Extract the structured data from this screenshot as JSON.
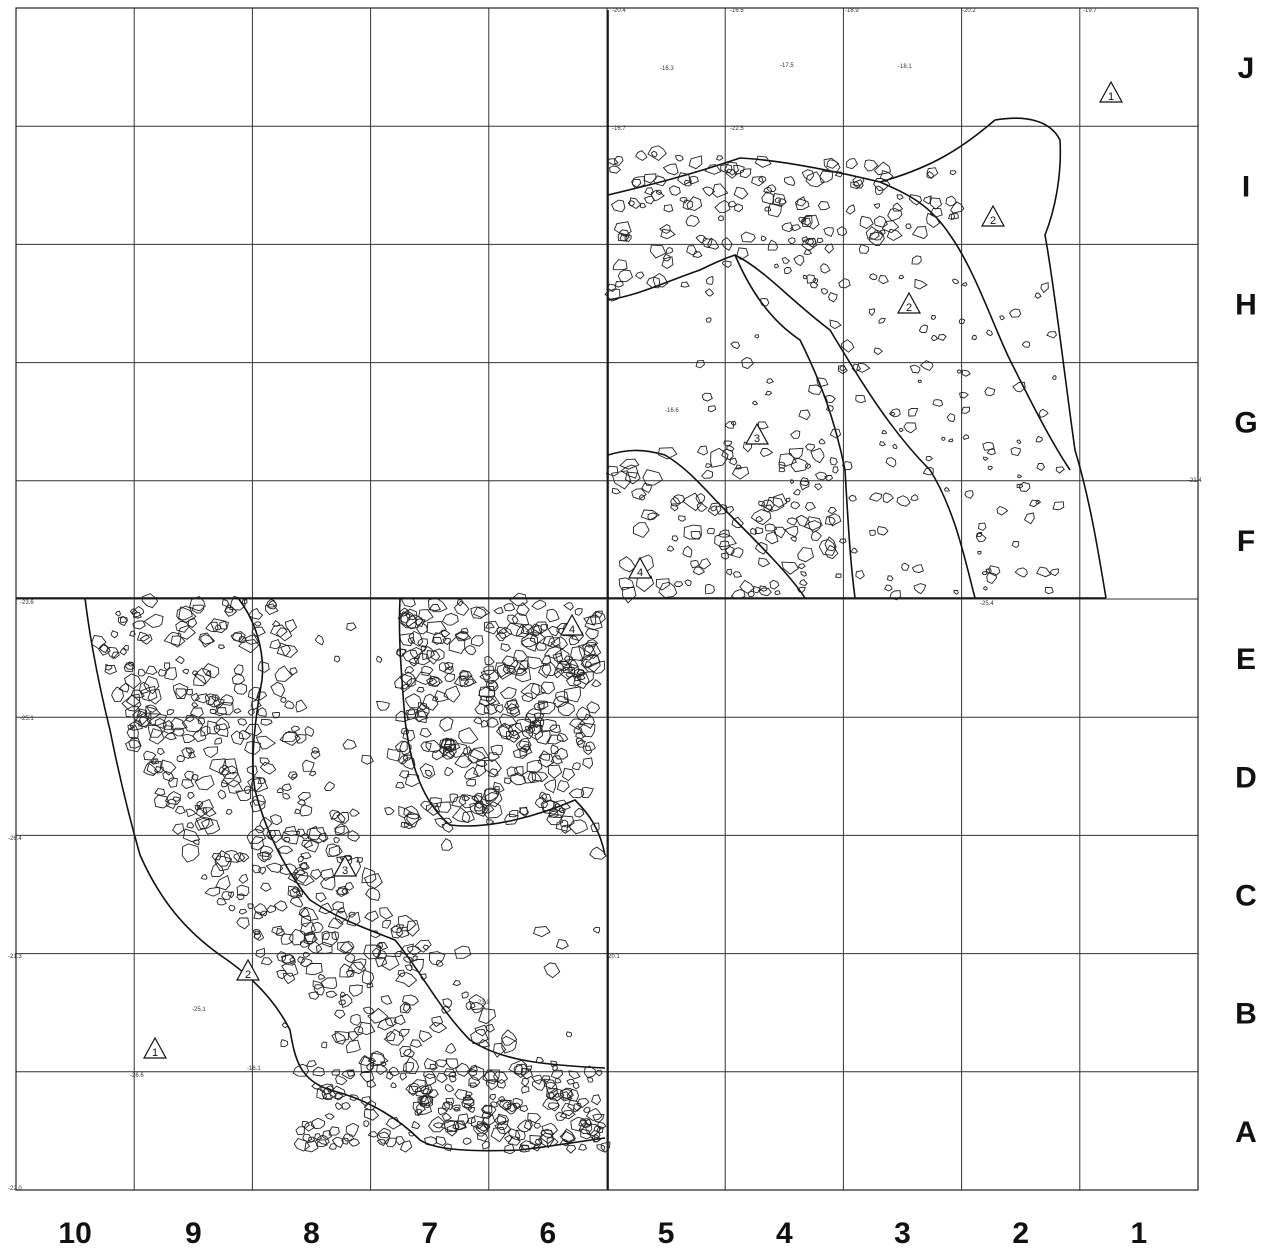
{
  "columns": [
    "10",
    "9",
    "8",
    "7",
    "6",
    "5",
    "4",
    "3",
    "2",
    "1"
  ],
  "rows": [
    "J",
    "I",
    "H",
    "G",
    "F",
    "E",
    "D",
    "C",
    "B",
    "A"
  ],
  "zones": [
    {
      "id": "ne-1",
      "label": "1"
    },
    {
      "id": "ne-2a",
      "label": "2"
    },
    {
      "id": "ne-2b",
      "label": "2"
    },
    {
      "id": "ne-3",
      "label": "3"
    },
    {
      "id": "ne-4",
      "label": "4"
    },
    {
      "id": "sw-4",
      "label": "4"
    },
    {
      "id": "sw-3",
      "label": "3"
    },
    {
      "id": "sw-2",
      "label": "2"
    },
    {
      "id": "sw-1",
      "label": "1"
    }
  ],
  "elevations": [
    "-16.3",
    "-17.5",
    "-18.1",
    "-16.6",
    "-23.9",
    "-25.1",
    "-23.6",
    "-25.1",
    "-26.4",
    "-21.3",
    "-26.6",
    "-16.1",
    "-22.0",
    "-20.4",
    "-16.5",
    "-18.9",
    "-20.2",
    "-19.7",
    "-21.4",
    "-16.7",
    "-22.5",
    "-25.4",
    "-20.1"
  ]
}
